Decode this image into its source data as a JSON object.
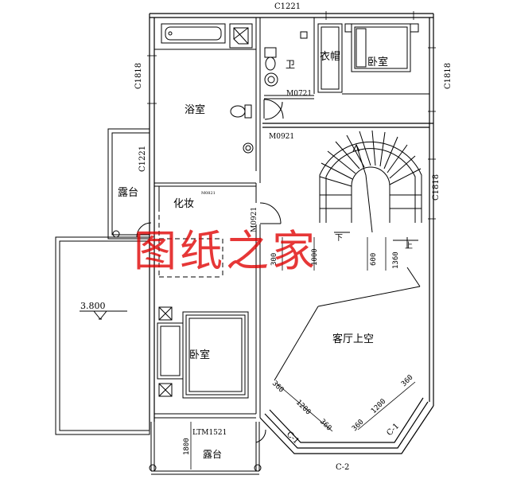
{
  "rooms": {
    "bath": "浴室",
    "wc": "卫",
    "closet": "衣帽",
    "bedroom_top": "卧室",
    "terrace_left": "露台",
    "makeup": "化妆",
    "bedroom_main": "卧室",
    "living_void": "客厅上空",
    "terrace_bottom": "露台"
  },
  "openings": {
    "top_window": "C1221",
    "left_window_top": "C1818",
    "right_window_top": "C1818",
    "right_window_mid": "C1818",
    "left_window_mid": "C1221",
    "door_wc": "M0721",
    "door_hall": "M0921",
    "door_bath": "M0921",
    "door_terrace": "LTM1521",
    "bay_left": "C-1",
    "bay_right": "C-1",
    "bay_bottom": "C-2",
    "bath_small_code": "M0821"
  },
  "elevation": "3.800",
  "stair": {
    "down": "下",
    "up": "上"
  },
  "dims": {
    "d300": "300",
    "d1000": "1000",
    "d600": "600",
    "d1360": "1360",
    "d1800": "1800",
    "bay_l_360a": "360",
    "bay_l_1200": "1200",
    "bay_l_360b": "360",
    "bay_r_360a": "360",
    "bay_r_1200": "1200",
    "bay_r_360b": "360"
  },
  "watermark": "图纸之家"
}
